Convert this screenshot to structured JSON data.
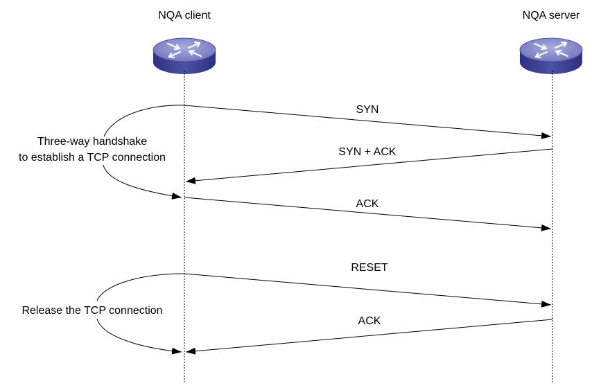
{
  "nodes": {
    "client": {
      "label": "NQA client",
      "icon": "router-icon"
    },
    "server": {
      "label": "NQA server",
      "icon": "router-icon"
    }
  },
  "messages": [
    {
      "label": "SYN",
      "direction": "client-to-server"
    },
    {
      "label": "SYN + ACK",
      "direction": "server-to-client"
    },
    {
      "label": "ACK",
      "direction": "client-to-server"
    },
    {
      "label": "RESET",
      "direction": "client-to-server"
    },
    {
      "label": "ACK",
      "direction": "server-to-client"
    }
  ],
  "annotations": {
    "handshake": {
      "line1": "Three-way handshake",
      "line2": "to establish a TCP connection"
    },
    "release": {
      "line1": "Release the TCP connection"
    }
  },
  "colors": {
    "router_top": "#8a8fc8",
    "router_side": "#3b3f8f",
    "line": "#000000"
  }
}
